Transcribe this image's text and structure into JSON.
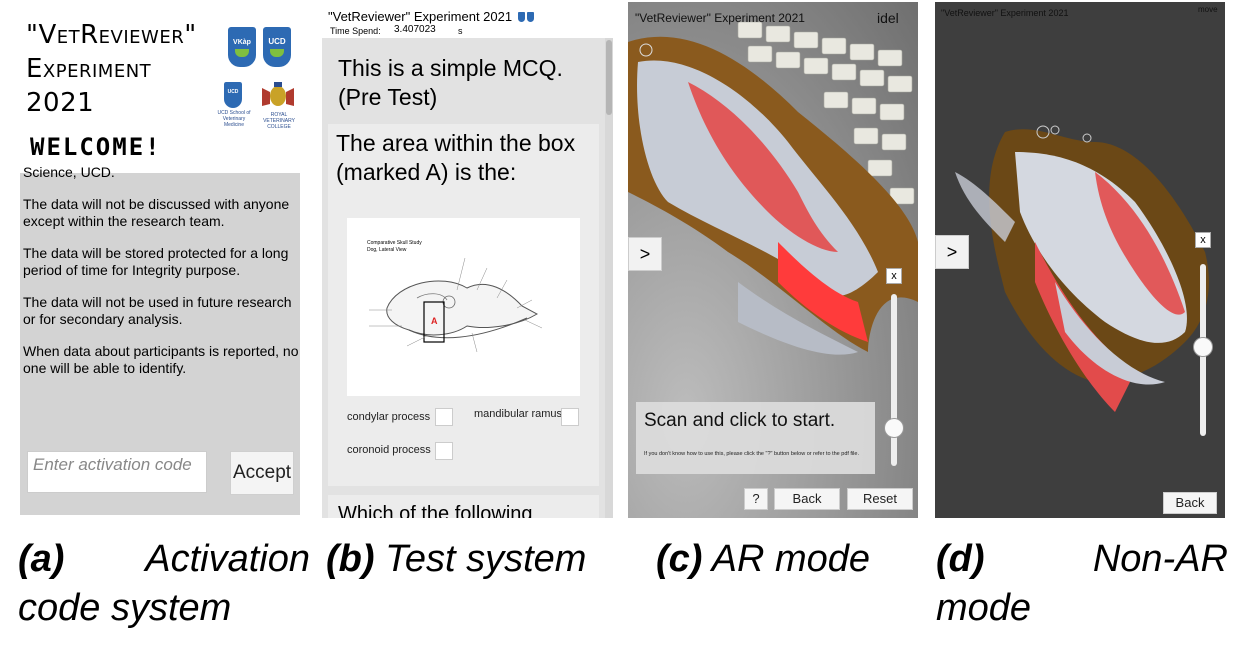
{
  "panel_a": {
    "title_line1": "\"VetReviewer\"",
    "title_line2": "Experiment",
    "title_line3": "2021",
    "welcome": "WELCOME!",
    "logos": {
      "vk": "VKàp",
      "ucd": "UCD",
      "ucd_school_caption": "UCD School of Veterinary Medicine",
      "rvc_caption": "ROYAL VETERINARY COLLEGE"
    },
    "consent_cut": "Science, UCD.",
    "consent_paragraphs": [
      "The data will not be discussed with anyone except within the research team.",
      "The data will be stored protected for a long period of time for Integrity purpose.",
      "The data will not be used in future research or for secondary analysis.",
      "When data about participants is reported, no one will be able to identify."
    ],
    "activation_placeholder": "Enter activation code",
    "accept_label": "Accept"
  },
  "panel_b": {
    "title": "\"VetReviewer\" Experiment 2021",
    "time_label": "Time Spend:",
    "time_value": "3.407023",
    "time_unit": "s",
    "intro": "This is a simple MCQ. (Pre Test)",
    "question": "The area within the box (marked A) is the:",
    "figure_title": "Comparative Skull Study",
    "figure_subtitle": "Dog, Lateral View",
    "figure_marker": "A",
    "options": [
      "condylar process",
      "mandibular ramus",
      "coronoid process"
    ],
    "next_question": "Which of the following"
  },
  "panel_c": {
    "title": "\"VetReviewer\" Experiment 2021",
    "status": "idel",
    "side_button": ">",
    "close_label": "x",
    "scan_text": "Scan and click to start.",
    "scan_help": "If you don't know how to use this, please click the \"?\" button below or refer to the pdf file.",
    "help_label": "?",
    "back_label": "Back",
    "reset_label": "Reset",
    "slider_level": 0.22
  },
  "panel_d": {
    "title": "\"VetReviewer\" Experiment 2021",
    "status": "move",
    "side_button": ">",
    "close_label": "x",
    "back_label": "Back",
    "slider_level": 0.52
  },
  "captions": {
    "a_letter": "(a)",
    "a_text_1": "Activation",
    "a_text_2": "code system",
    "b_letter": "(b)",
    "b_text": "Test system",
    "c_letter": "(c)",
    "c_text": "AR mode",
    "d_letter": "(d)",
    "d_text_1": "Non-AR",
    "d_text_2": "mode"
  },
  "colors": {
    "consent_bg": "#d3d3d3",
    "bone": "#dfe3ea",
    "muscle_red": "#e24b4b",
    "skin_brown": "#8a5a1e"
  }
}
